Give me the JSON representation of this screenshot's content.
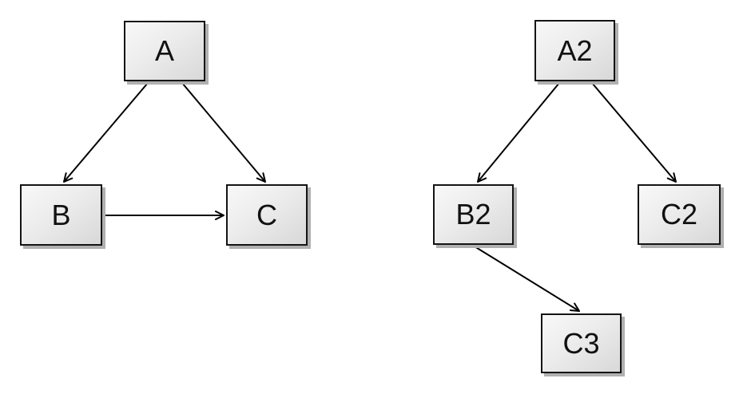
{
  "diagram": {
    "background_color": "#ffffff",
    "node_style": {
      "fill_top": "#f8f8f8",
      "fill_bottom": "#d8d8d8",
      "border_color": "#141414",
      "shadow_color": "#b0b0b0",
      "text_color": "#111111"
    },
    "edge_style": {
      "line_color": "#000000",
      "arrowhead": "open-v"
    },
    "left_graph": {
      "nodes": [
        {
          "id": "A",
          "label": "A"
        },
        {
          "id": "B",
          "label": "B"
        },
        {
          "id": "C",
          "label": "C"
        }
      ],
      "edges": [
        {
          "from": "A",
          "to": "B"
        },
        {
          "from": "A",
          "to": "C"
        },
        {
          "from": "B",
          "to": "C"
        }
      ]
    },
    "right_graph": {
      "nodes": [
        {
          "id": "A2",
          "label": "A2"
        },
        {
          "id": "B2",
          "label": "B2"
        },
        {
          "id": "C2",
          "label": "C2"
        },
        {
          "id": "C3",
          "label": "C3"
        }
      ],
      "edges": [
        {
          "from": "A2",
          "to": "B2"
        },
        {
          "from": "A2",
          "to": "C2"
        },
        {
          "from": "B2",
          "to": "C3"
        }
      ]
    }
  }
}
